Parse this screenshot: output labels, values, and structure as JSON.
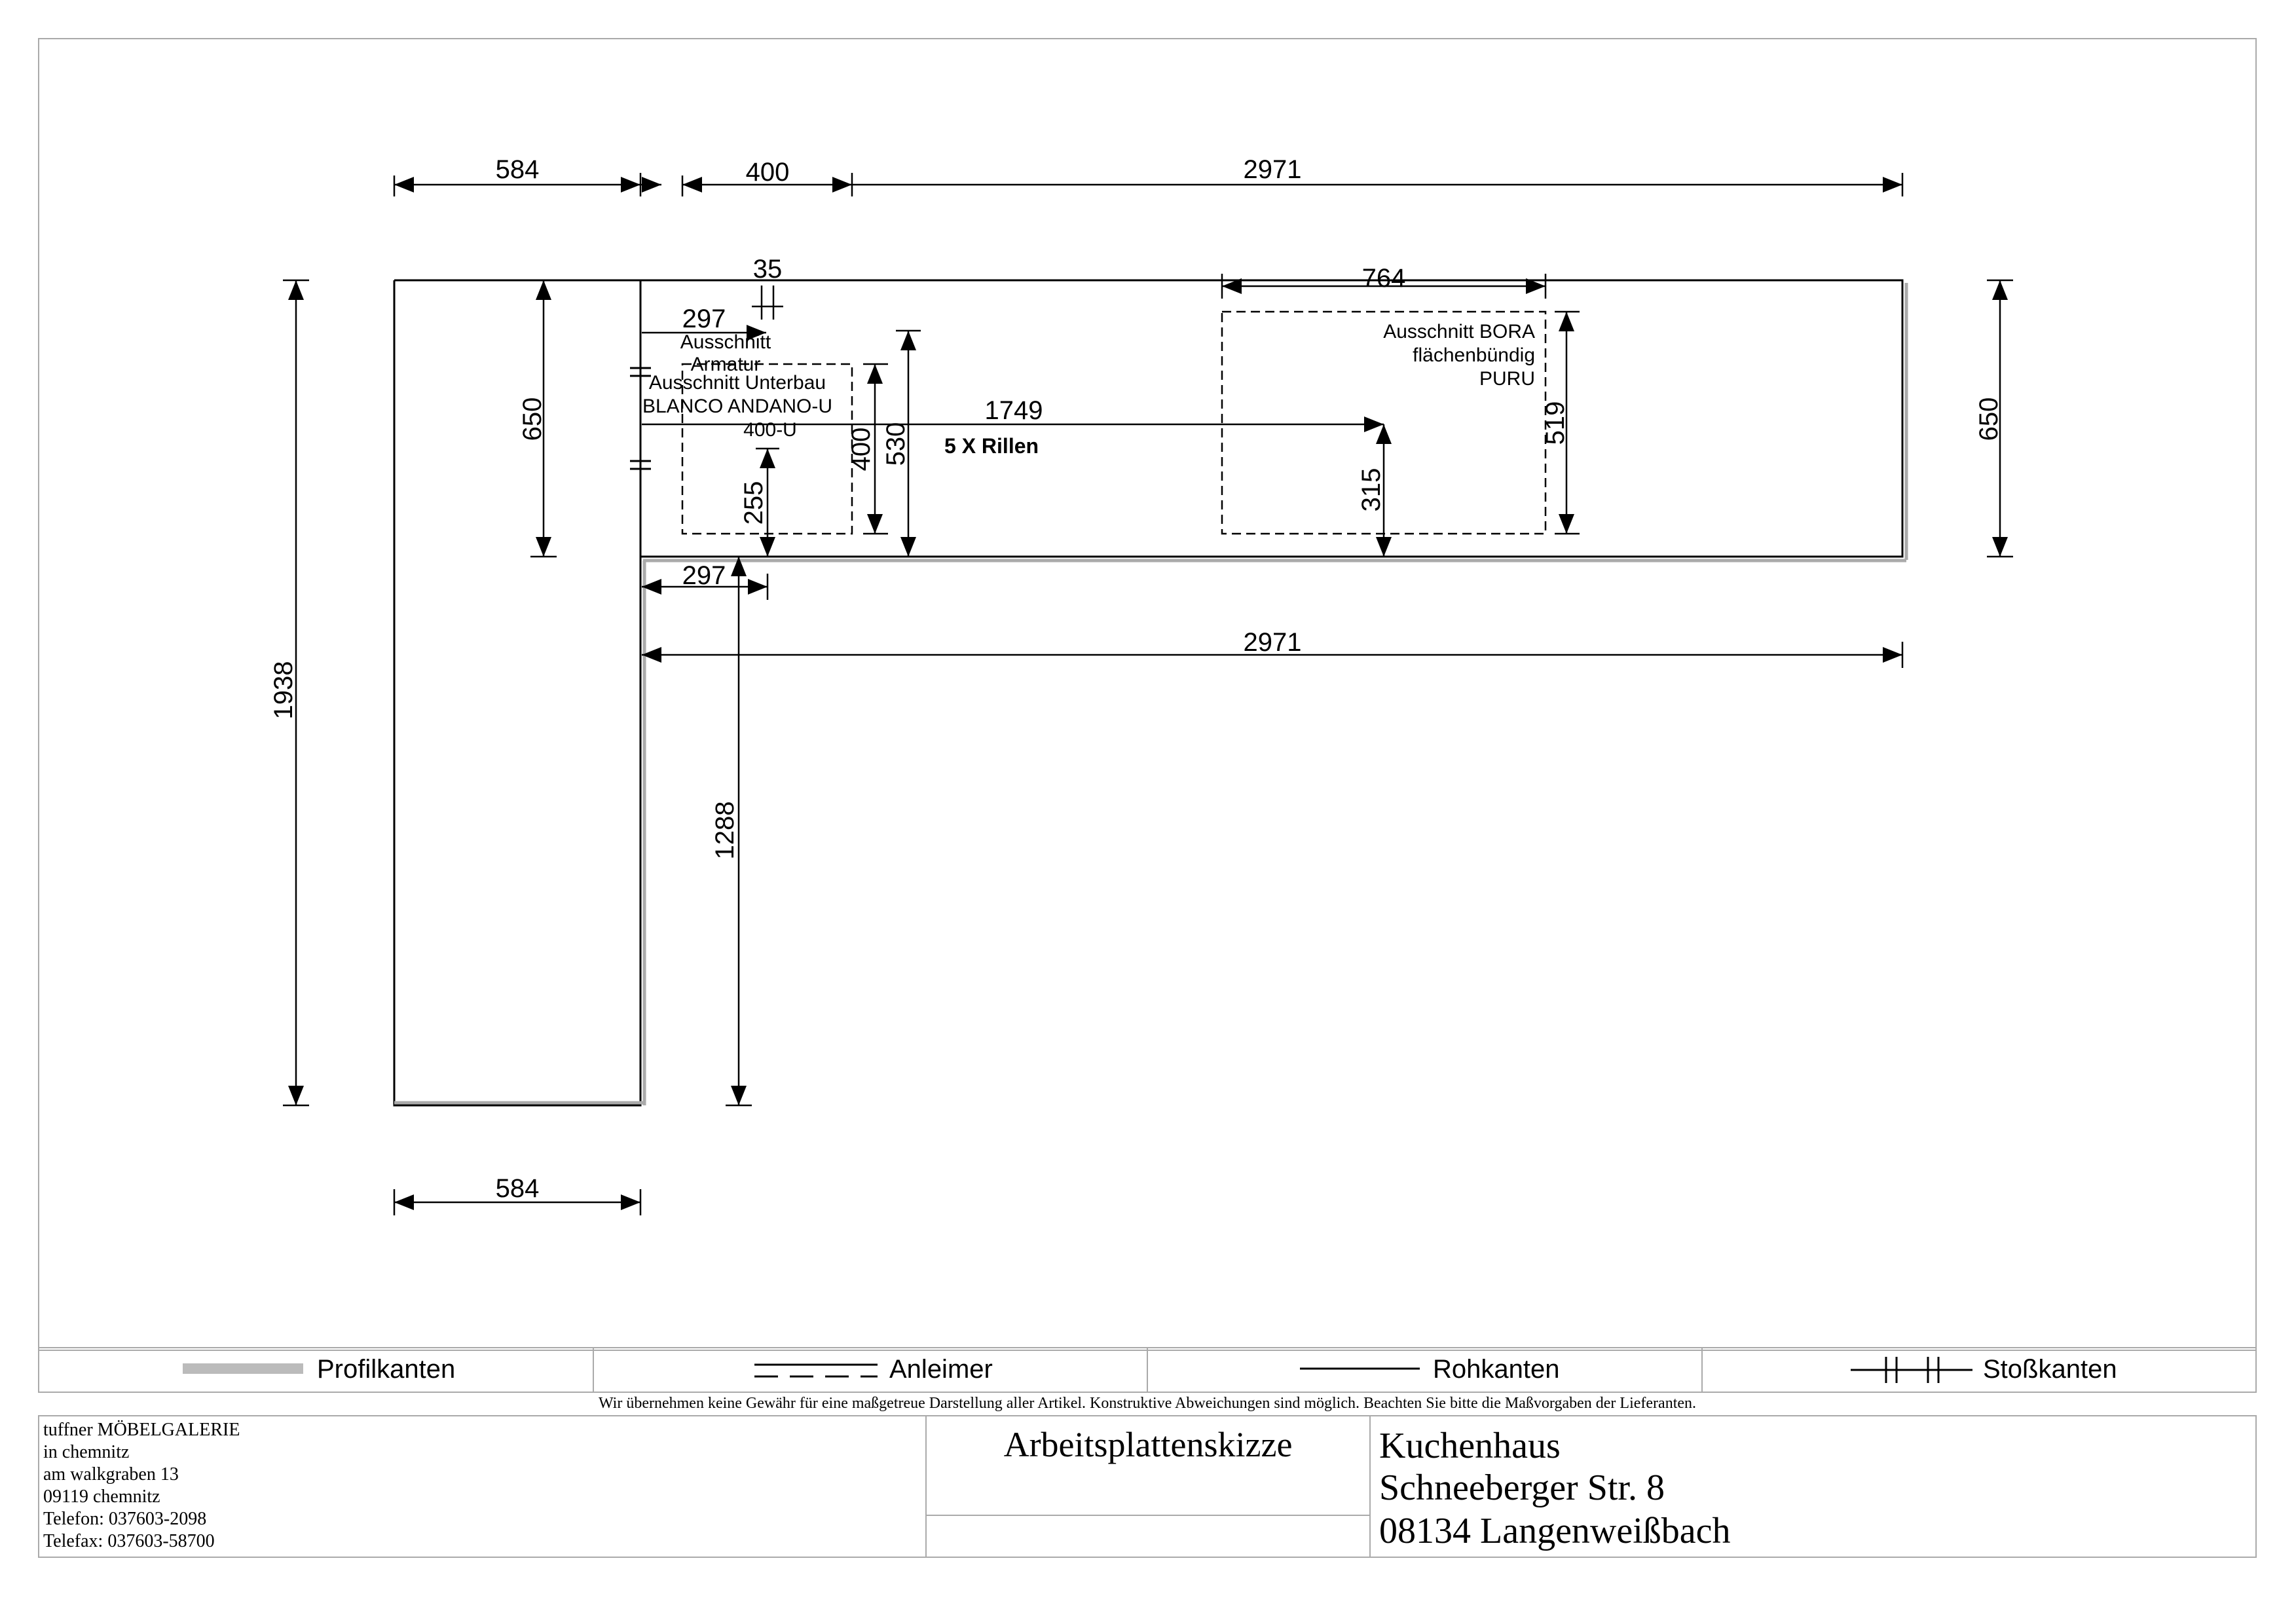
{
  "dimensions": {
    "top_left_width": "584",
    "top_offset": "400",
    "top_right_width": "2971",
    "armatur_gap": "35",
    "armatur_offset": "297",
    "bora_width": "764",
    "bora_offset": "1749",
    "left_depth": "650",
    "right_depth": "650",
    "total_height": "1938",
    "bora_depth": "519",
    "bora_from_edge": "315",
    "sink_depth": "400",
    "sink_to_edge": "530",
    "armatur_from_edge": "255",
    "bottom_offset": "297",
    "inner_length": "2971",
    "inner_height": "1288",
    "bottom_width": "584"
  },
  "labels": {
    "armatur": [
      "Ausschnitt",
      "Armatur"
    ],
    "sink": [
      "Ausschnitt Unterbau",
      "BLANCO ANDANO-U",
      "400-U"
    ],
    "bora": [
      "Ausschnitt BORA",
      "flächenbündig",
      "PURU"
    ],
    "grooves": "5 X Rillen"
  },
  "legend": {
    "profile": "Profilkanten",
    "glue": "Anleimer",
    "raw": "Rohkanten",
    "joint": "Stoßkanten"
  },
  "disclaimer": "Wir übernehmen keine Gewähr für eine maßgetreue Darstellung aller Artikel. Konstruktive Abweichungen sind möglich. Beachten Sie bitte die Maßvorgaben der Lieferanten.",
  "company": {
    "lines": [
      "tuffner MÖBELGALERIE",
      "in chemnitz",
      "am walkgraben 13",
      "09119 chemnitz",
      "Telefon: 037603-2098",
      "Telefax: 037603-58700"
    ]
  },
  "title": "Arbeitsplattenskizze",
  "customer": {
    "lines": [
      "Kuchenhaus",
      "Schneeberger Str. 8",
      "08134 Langenweißbach"
    ]
  }
}
